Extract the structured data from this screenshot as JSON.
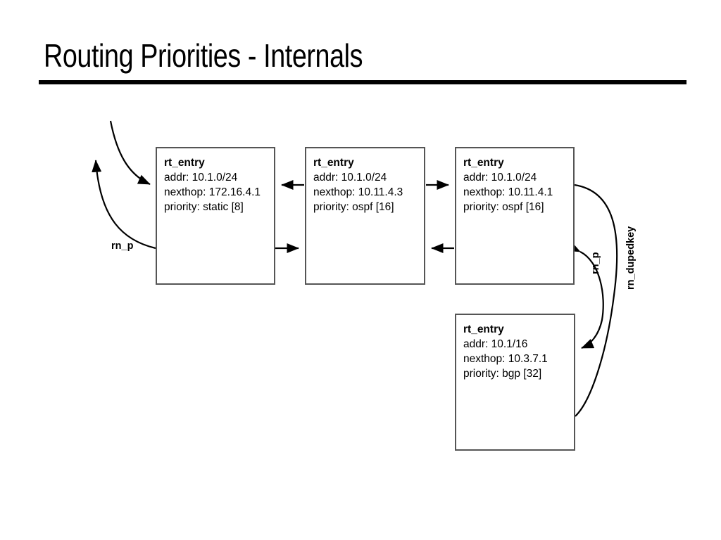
{
  "slide": {
    "title": "Routing Priorities - Internals"
  },
  "diagram": {
    "type": "linked-list-structure",
    "nodes": [
      {
        "id": "box-1",
        "title": "rt_entry",
        "lines": [
          "addr: 10.1.0/24",
          "nexthop: 172.16.4.1",
          "priority: static [8]"
        ]
      },
      {
        "id": "box-2",
        "title": "rt_entry",
        "lines": [
          "addr: 10.1.0/24",
          "nexthop: 10.11.4.3",
          "priority: ospf [16]"
        ]
      },
      {
        "id": "box-3",
        "title": "rt_entry",
        "lines": [
          "addr: 10.1.0/24",
          "nexthop: 10.11.4.1",
          "priority: ospf [16]"
        ]
      },
      {
        "id": "box-4",
        "title": "rt_entry",
        "lines": [
          "addr: 10.1/16",
          "nexthop: 10.3.7.1",
          "priority: bgp [32]"
        ]
      }
    ],
    "edge_labels": {
      "rn_p_left": "rn_p",
      "rn_p_right": "rn_p",
      "rn_dupedkey": "rn_dupedkey"
    },
    "colors": {
      "box_border": "#555555",
      "arrow": "#000000",
      "text": "#000000",
      "background": "#ffffff"
    }
  }
}
